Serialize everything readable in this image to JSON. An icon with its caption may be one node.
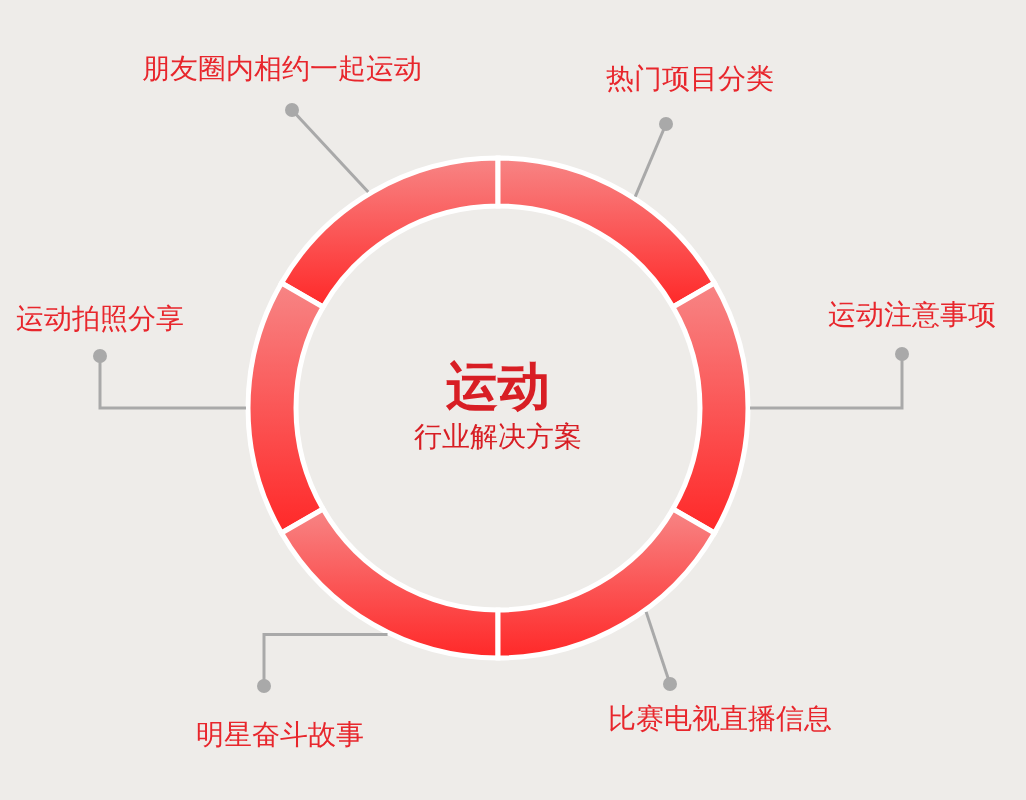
{
  "diagram": {
    "nodes": [
      {
        "text": [
          "运动",
          "行业解决方案"
        ]
      },
      {
        "text": [],
        "shape": "arc"
      },
      {
        "text": [],
        "shape": "arc"
      },
      {
        "text": [],
        "shape": "arc"
      },
      {
        "text": [],
        "shape": "arc"
      },
      {
        "text": [],
        "shape": "arc"
      },
      {
        "text": [],
        "shape": "arc"
      },
      {
        "text": [
          "朋友圈内相约一起运动"
        ]
      },
      {
        "text": [
          "热门项目分类"
        ]
      },
      {
        "text": [
          "运动注意事项"
        ]
      },
      {
        "text": [
          "运动拍照分享"
        ]
      },
      {
        "text": [
          "比赛电视直播信息"
        ]
      },
      {
        "text": [
          "明星奋斗故事"
        ]
      }
    ],
    "edges": [
      {
        "from": 7,
        "to": 1,
        "arrow": "other"
      },
      {
        "from": 8,
        "to": 2,
        "arrow": "other"
      },
      {
        "from": 9,
        "to": 4,
        "arrow": "other"
      },
      {
        "from": 10,
        "to": 3,
        "arrow": "other"
      },
      {
        "from": 11,
        "to": 6,
        "arrow": "other"
      },
      {
        "from": 12,
        "to": 5,
        "arrow": "other"
      }
    ]
  }
}
